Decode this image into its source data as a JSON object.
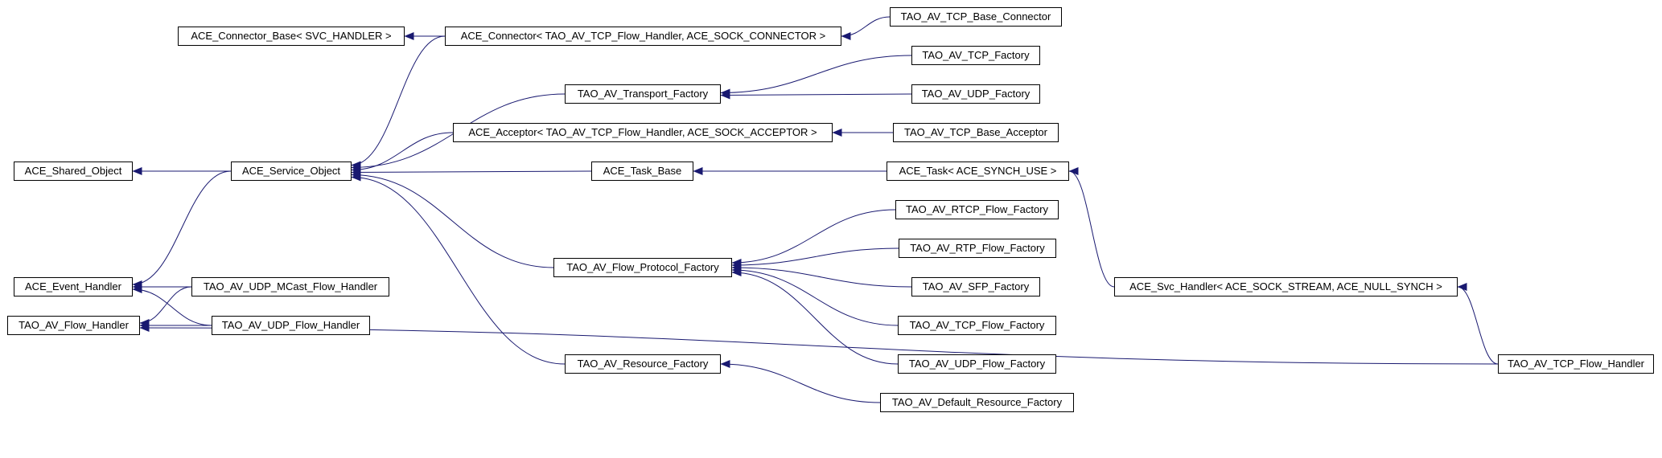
{
  "diagram": {
    "edge_color": "#191970",
    "box_border_color": "#000000",
    "nodes": {
      "ace_connector_base": {
        "label": "ACE_Connector_Base< SVC_HANDLER >"
      },
      "ace_connector": {
        "label": "ACE_Connector< TAO_AV_TCP_Flow_Handler, ACE_SOCK_CONNECTOR >"
      },
      "tao_av_tcp_base_connector": {
        "label": "TAO_AV_TCP_Base_Connector"
      },
      "tao_av_tcp_factory": {
        "label": "TAO_AV_TCP_Factory"
      },
      "tao_av_transport_factory": {
        "label": "TAO_AV_Transport_Factory"
      },
      "tao_av_udp_factory": {
        "label": "TAO_AV_UDP_Factory"
      },
      "ace_acceptor": {
        "label": "ACE_Acceptor< TAO_AV_TCP_Flow_Handler, ACE_SOCK_ACCEPTOR >"
      },
      "tao_av_tcp_base_acceptor": {
        "label": "TAO_AV_TCP_Base_Acceptor"
      },
      "ace_shared_object": {
        "label": "ACE_Shared_Object"
      },
      "ace_service_object": {
        "label": "ACE_Service_Object"
      },
      "ace_task_base": {
        "label": "ACE_Task_Base"
      },
      "ace_task": {
        "label": "ACE_Task< ACE_SYNCH_USE >"
      },
      "tao_av_rtcp_flow_factory": {
        "label": "TAO_AV_RTCP_Flow_Factory"
      },
      "tao_av_rtp_flow_factory": {
        "label": "TAO_AV_RTP_Flow_Factory"
      },
      "tao_av_flow_protocol_factory": {
        "label": "TAO_AV_Flow_Protocol_Factory"
      },
      "tao_av_sfp_factory": {
        "label": "TAO_AV_SFP_Factory"
      },
      "ace_svc_handler": {
        "label": "ACE_Svc_Handler< ACE_SOCK_STREAM, ACE_NULL_SYNCH >"
      },
      "ace_event_handler": {
        "label": "ACE_Event_Handler"
      },
      "tao_av_udp_mcast_flow_handler": {
        "label": "TAO_AV_UDP_MCast_Flow_Handler"
      },
      "tao_av_flow_handler": {
        "label": "TAO_AV_Flow_Handler"
      },
      "tao_av_udp_flow_handler": {
        "label": "TAO_AV_UDP_Flow_Handler"
      },
      "tao_av_tcp_flow_factory": {
        "label": "TAO_AV_TCP_Flow_Factory"
      },
      "tao_av_udp_flow_factory": {
        "label": "TAO_AV_UDP_Flow_Factory"
      },
      "tao_av_resource_factory": {
        "label": "TAO_AV_Resource_Factory"
      },
      "tao_av_tcp_flow_handler": {
        "label": "TAO_AV_TCP_Flow_Handler"
      },
      "tao_av_default_resource_factory": {
        "label": "TAO_AV_Default_Resource_Factory"
      }
    },
    "edges": [
      {
        "from": "ace_connector",
        "to": "ace_connector_base"
      },
      {
        "from": "tao_av_tcp_base_connector",
        "to": "ace_connector"
      },
      {
        "from": "ace_connector",
        "to": "ace_service_object"
      },
      {
        "from": "tao_av_transport_factory",
        "to": "ace_service_object"
      },
      {
        "from": "tao_av_tcp_factory",
        "to": "tao_av_transport_factory"
      },
      {
        "from": "tao_av_udp_factory",
        "to": "tao_av_transport_factory"
      },
      {
        "from": "ace_acceptor",
        "to": "ace_service_object"
      },
      {
        "from": "tao_av_tcp_base_acceptor",
        "to": "ace_acceptor"
      },
      {
        "from": "ace_service_object",
        "to": "ace_shared_object"
      },
      {
        "from": "ace_task_base",
        "to": "ace_service_object"
      },
      {
        "from": "ace_task",
        "to": "ace_task_base"
      },
      {
        "from": "tao_av_flow_protocol_factory",
        "to": "ace_service_object"
      },
      {
        "from": "tao_av_resource_factory",
        "to": "ace_service_object"
      },
      {
        "from": "ace_service_object",
        "to": "ace_event_handler"
      },
      {
        "from": "tao_av_udp_mcast_flow_handler",
        "to": "ace_event_handler"
      },
      {
        "from": "tao_av_udp_flow_handler",
        "to": "ace_event_handler"
      },
      {
        "from": "tao_av_udp_mcast_flow_handler",
        "to": "tao_av_flow_handler"
      },
      {
        "from": "tao_av_udp_flow_handler",
        "to": "tao_av_flow_handler"
      },
      {
        "from": "tao_av_tcp_flow_handler",
        "to": "tao_av_flow_handler"
      },
      {
        "from": "tao_av_rtcp_flow_factory",
        "to": "tao_av_flow_protocol_factory"
      },
      {
        "from": "tao_av_rtp_flow_factory",
        "to": "tao_av_flow_protocol_factory"
      },
      {
        "from": "tao_av_sfp_factory",
        "to": "tao_av_flow_protocol_factory"
      },
      {
        "from": "tao_av_tcp_flow_factory",
        "to": "tao_av_flow_protocol_factory"
      },
      {
        "from": "tao_av_udp_flow_factory",
        "to": "tao_av_flow_protocol_factory"
      },
      {
        "from": "tao_av_default_resource_factory",
        "to": "tao_av_resource_factory"
      },
      {
        "from": "ace_svc_handler",
        "to": "ace_task"
      },
      {
        "from": "tao_av_tcp_flow_handler",
        "to": "ace_svc_handler"
      }
    ]
  }
}
